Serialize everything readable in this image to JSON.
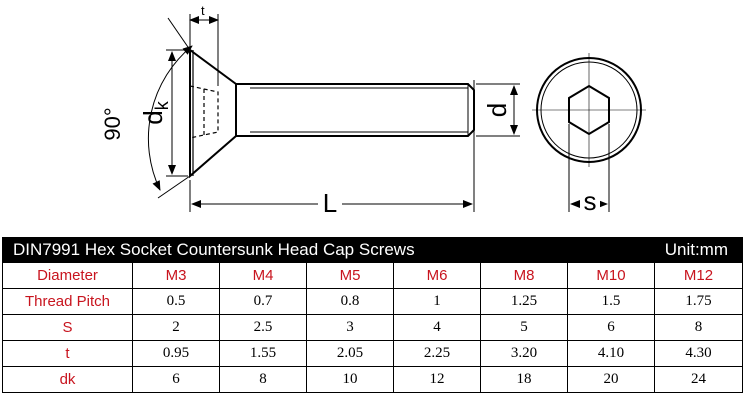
{
  "drawing": {
    "labels": {
      "t": "t",
      "angle": "90°",
      "dk": "d",
      "dk_sub": "k",
      "L": "L",
      "d": "d",
      "s": "s"
    }
  },
  "table": {
    "title": "DIN7991 Hex Socket Countersunk Head Cap Screws",
    "unit": "Unit:mm",
    "header_label": "Diameter",
    "sizes": [
      "M3",
      "M4",
      "M5",
      "M6",
      "M8",
      "M10",
      "M12"
    ],
    "rows": [
      {
        "label": "Thread Pitch",
        "values": [
          "0.5",
          "0.7",
          "0.8",
          "1",
          "1.25",
          "1.5",
          "1.75"
        ]
      },
      {
        "label": "S",
        "values": [
          "2",
          "2.5",
          "3",
          "4",
          "5",
          "6",
          "8"
        ]
      },
      {
        "label": "t",
        "values": [
          "0.95",
          "1.55",
          "2.05",
          "2.25",
          "3.20",
          "4.10",
          "4.30"
        ]
      },
      {
        "label": "dk",
        "values": [
          "6",
          "8",
          "10",
          "12",
          "18",
          "20",
          "24"
        ]
      }
    ],
    "colors": {
      "label_red": "#c8141e",
      "title_bg": "#000000",
      "title_fg": "#ffffff"
    }
  }
}
